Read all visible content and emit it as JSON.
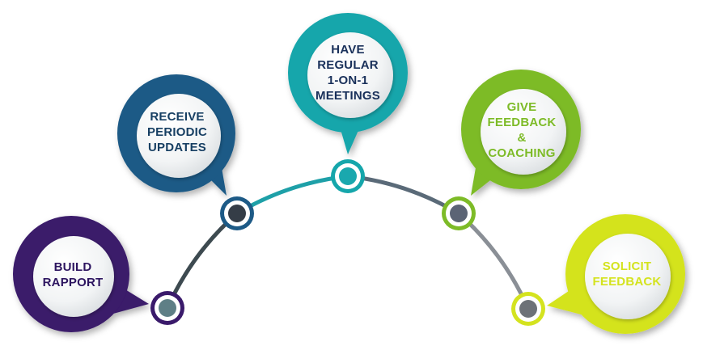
{
  "steps": [
    {
      "id": "build-rapport",
      "label": "BUILD\nRAPPORT",
      "color": "#3a1a6b",
      "text_color": "#2d1560",
      "node_inner": "#5f7f86",
      "arc_color": "#3d4a50"
    },
    {
      "id": "receive-periodic-updates",
      "label": "RECEIVE\nPERIODIC\nUPDATES",
      "color": "#1d5a86",
      "text_color": "#173f63",
      "node_inner": "#353d47",
      "arc_color": "#1ea0a8"
    },
    {
      "id": "have-regular-meetings",
      "label": "HAVE\nREGULAR\n1-ON-1\nMEETINGS",
      "color": "#15a6ab",
      "text_color": "#19305a",
      "node_inner": "#1aa8ae",
      "arc_color": "#5a6a78"
    },
    {
      "id": "give-feedback-coaching",
      "label": "GIVE\nFEEDBACK\n&\nCOACHING",
      "color": "#7dbb27",
      "text_color": "#7dbb27",
      "node_inner": "#5b6475",
      "arc_color": "#8a8f96"
    },
    {
      "id": "solicit-feedback",
      "label": "SOLICIT\nFEEDBACK",
      "color": "#d4e31f",
      "text_color": "#d4e31f",
      "node_inner": "#6d7278",
      "arc_color": "#8a8f96"
    }
  ]
}
